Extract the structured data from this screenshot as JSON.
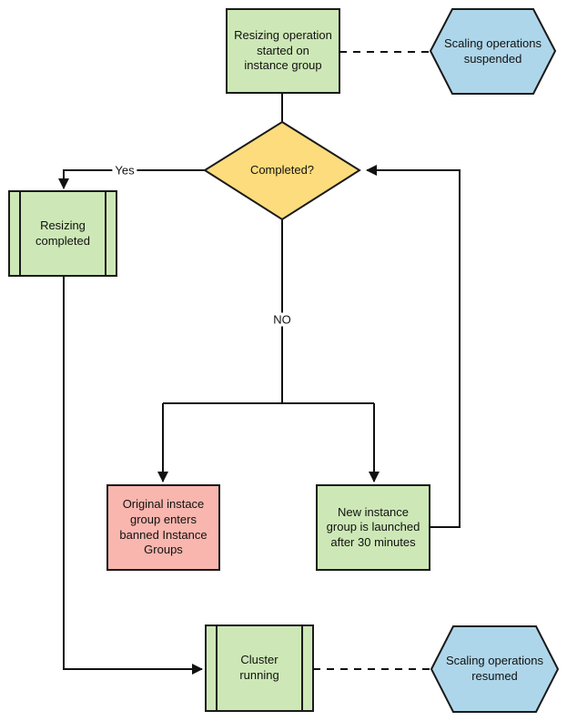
{
  "diagram": {
    "type": "flowchart",
    "colors": {
      "node_green": "#cde8b6",
      "node_blue": "#aed6ea",
      "node_yellow": "#fcdc7c",
      "node_pink": "#f8b6ae",
      "stroke": "#1a1a1a"
    },
    "nodes": {
      "resizing_started": {
        "type": "process",
        "label": "Resizing operation\nstarted on\ninstance group"
      },
      "scaling_suspended": {
        "type": "hexagon",
        "label": "Scaling operations\nsuspended"
      },
      "completed": {
        "type": "decision",
        "label": "Completed?"
      },
      "resizing_completed": {
        "type": "predefined-process",
        "label": "Resizing\ncompleted"
      },
      "banned_group": {
        "type": "process",
        "label": "Original instace\ngroup enters\nbanned Instance\nGroups"
      },
      "new_group": {
        "type": "process",
        "label": "New instance\ngroup is launched\nafter 30 minutes"
      },
      "cluster_running": {
        "type": "predefined-process",
        "label": "Cluster\nrunning"
      },
      "scaling_resumed": {
        "type": "hexagon",
        "label": "Scaling operations\nresumed"
      }
    },
    "edge_labels": {
      "yes": "Yes",
      "no": "NO"
    },
    "edges": [
      {
        "from": "resizing_started",
        "to": "scaling_suspended",
        "style": "dashed",
        "label": ""
      },
      {
        "from": "resizing_started",
        "to": "completed",
        "style": "solid",
        "label": ""
      },
      {
        "from": "completed",
        "to": "resizing_completed",
        "style": "solid-arrow",
        "label": "Yes"
      },
      {
        "from": "completed",
        "to": "banned_group",
        "style": "solid-arrow",
        "label": "NO"
      },
      {
        "from": "completed",
        "to": "new_group",
        "style": "solid-arrow",
        "label": "NO"
      },
      {
        "from": "new_group",
        "to": "completed",
        "style": "solid-arrow",
        "label": ""
      },
      {
        "from": "resizing_completed",
        "to": "cluster_running",
        "style": "solid-arrow",
        "label": ""
      },
      {
        "from": "cluster_running",
        "to": "scaling_resumed",
        "style": "dashed",
        "label": ""
      }
    ]
  }
}
